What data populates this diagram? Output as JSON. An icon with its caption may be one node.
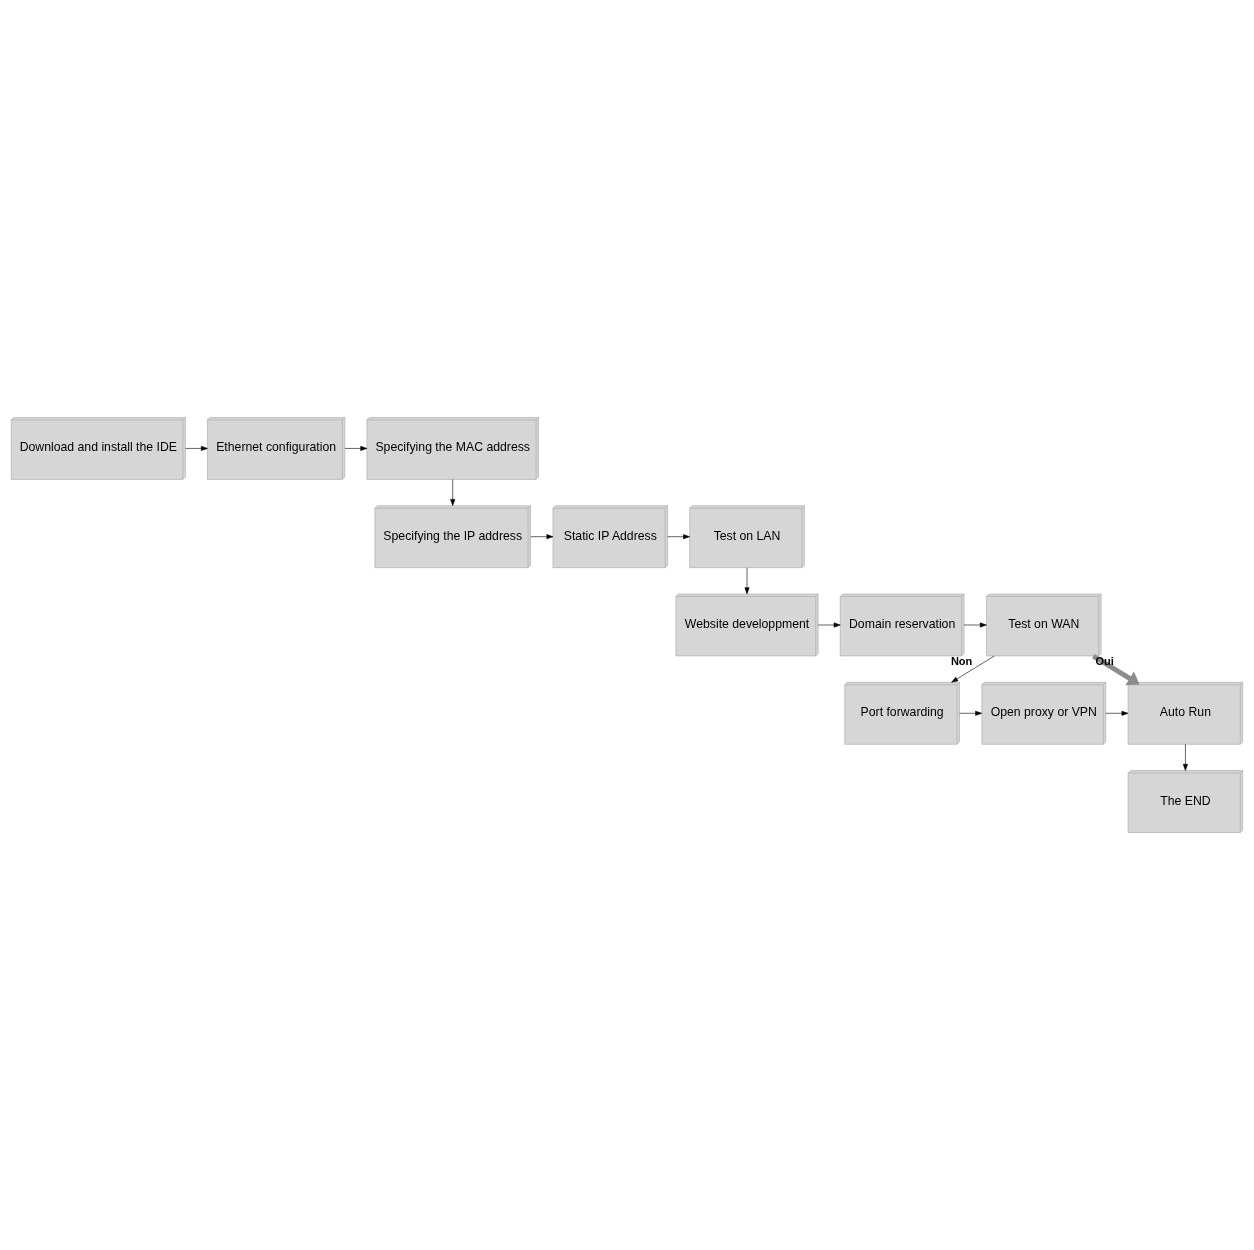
{
  "diagram": {
    "nodes": [
      {
        "text": [
          "Download and install the IDE"
        ]
      },
      {
        "text": [
          "Ethernet configuration"
        ]
      },
      {
        "text": [
          "Specifying the MAC address"
        ]
      },
      {
        "text": [
          "Specifying the IP address"
        ]
      },
      {
        "text": [
          "Static IP Address"
        ]
      },
      {
        "text": [
          "Test on LAN"
        ]
      },
      {
        "text": [
          "Website developpment"
        ]
      },
      {
        "text": [
          "Domain reservation"
        ]
      },
      {
        "text": [
          "Test on WAN"
        ]
      },
      {
        "text": [
          "Port forwarding"
        ]
      },
      {
        "text": [
          "Open proxy or VPN"
        ]
      },
      {
        "text": [
          "Auto Run"
        ]
      },
      {
        "text": [
          "The END"
        ]
      }
    ],
    "edges": [
      {
        "from": 0,
        "to": 1,
        "arrow": "to"
      },
      {
        "from": 1,
        "to": 2,
        "arrow": "to"
      },
      {
        "from": 2,
        "to": 3,
        "arrow": "to"
      },
      {
        "from": 3,
        "to": 4,
        "arrow": "to"
      },
      {
        "from": 4,
        "to": 5,
        "arrow": "to"
      },
      {
        "from": 5,
        "to": 6,
        "arrow": "to"
      },
      {
        "from": 6,
        "to": 7,
        "arrow": "to"
      },
      {
        "from": 7,
        "to": 8,
        "arrow": "to"
      },
      {
        "from": 8,
        "to": 9,
        "arrow": "to",
        "label": "Non"
      },
      {
        "from": 9,
        "to": 10,
        "arrow": "to"
      },
      {
        "from": 10,
        "to": 11,
        "arrow": "to"
      },
      {
        "from": 11,
        "to": 12,
        "arrow": "to"
      },
      {
        "from": 8,
        "to": 11,
        "arrow": "to",
        "label": "Oui",
        "style": "thick",
        "color": "#8c8c8c"
      }
    ]
  }
}
